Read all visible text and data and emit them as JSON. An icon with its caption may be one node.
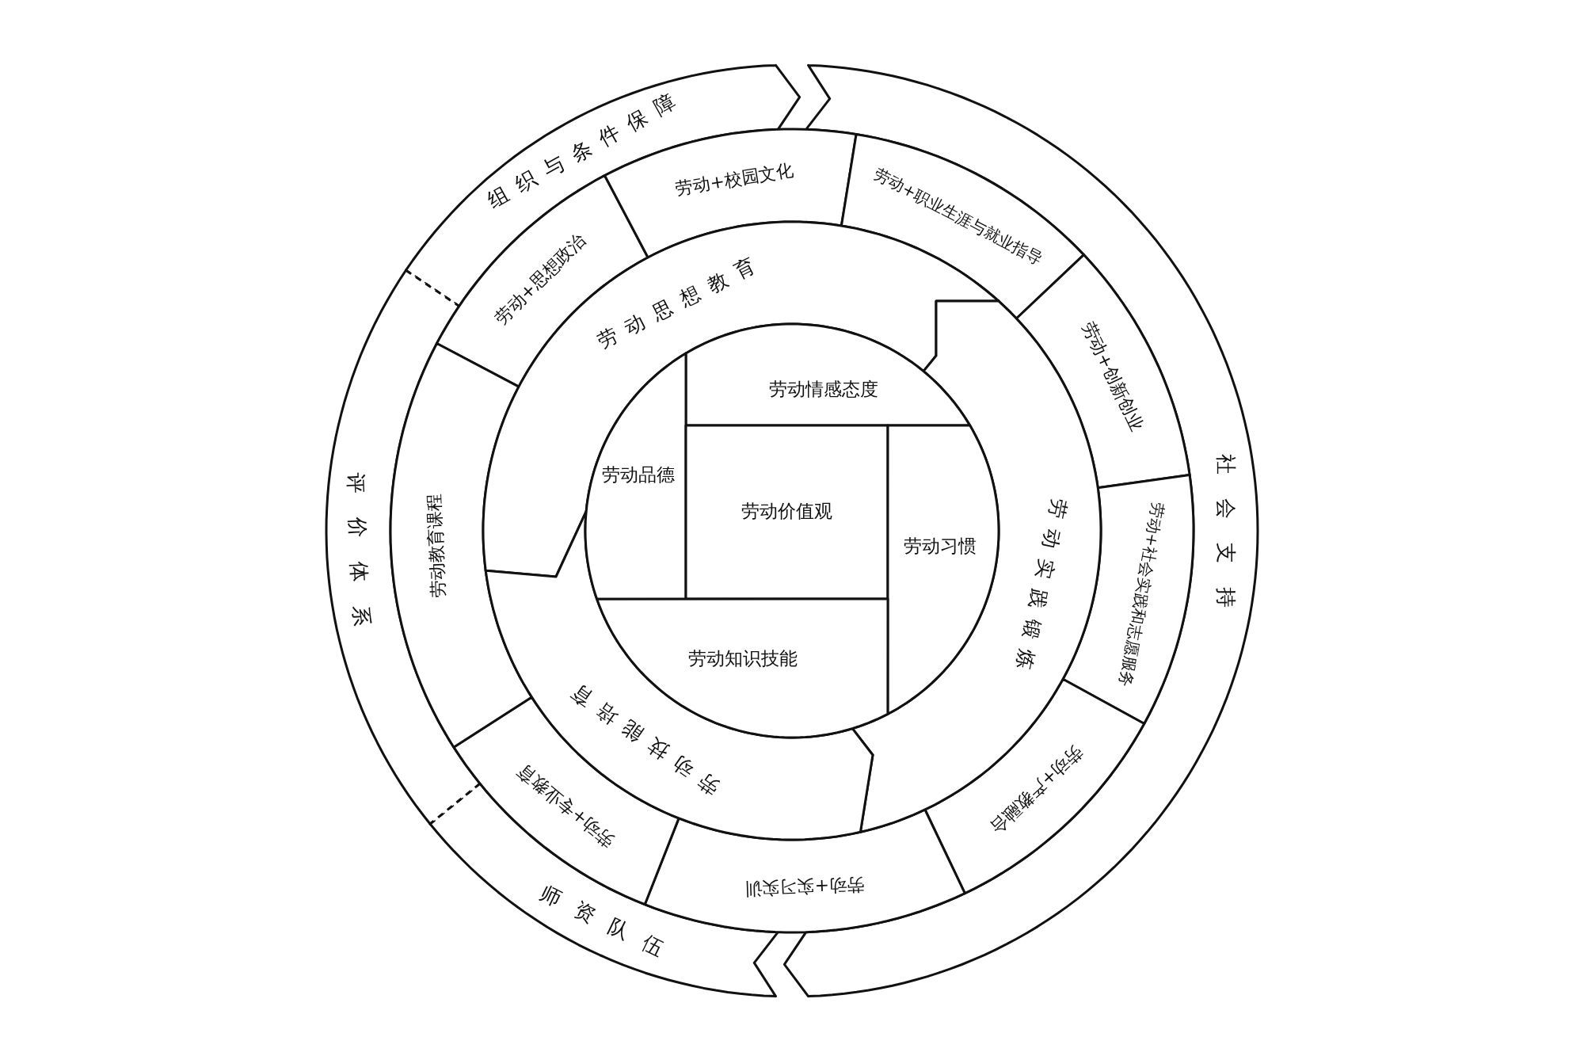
{
  "diagram": {
    "nodes": [
      {
        "text": [
          "组织与条件保障"
        ]
      },
      {
        "text": [
          "社会支持"
        ]
      },
      {
        "text": [
          "师资队伍"
        ]
      },
      {
        "text": [
          "评价体系"
        ]
      },
      {
        "text": [
          "劳动+思想政治"
        ]
      },
      {
        "text": [
          "劳动+校园文化"
        ]
      },
      {
        "text": [
          "劳动+职业生涯与就业指导"
        ]
      },
      {
        "text": [
          "劳动+创新创业"
        ]
      },
      {
        "text": [
          "劳动+社会实践和志愿服务"
        ]
      },
      {
        "text": [
          "劳动+产教融合"
        ]
      },
      {
        "text": [
          "劳动+实习实训"
        ]
      },
      {
        "text": [
          "劳动+专业教育"
        ]
      },
      {
        "text": [
          "劳动教育课程"
        ]
      },
      {
        "text": [
          "劳动思想教育"
        ]
      },
      {
        "text": [
          "劳动实践锻炼"
        ]
      },
      {
        "text": [
          "劳动技能培育"
        ]
      },
      {
        "text": [
          "劳动情感态度"
        ]
      },
      {
        "text": [
          "劳动品德"
        ]
      },
      {
        "text": [
          "劳动价值观"
        ]
      },
      {
        "text": [
          "劳动习惯"
        ]
      },
      {
        "text": [
          "劳动知识技能"
        ]
      }
    ]
  }
}
